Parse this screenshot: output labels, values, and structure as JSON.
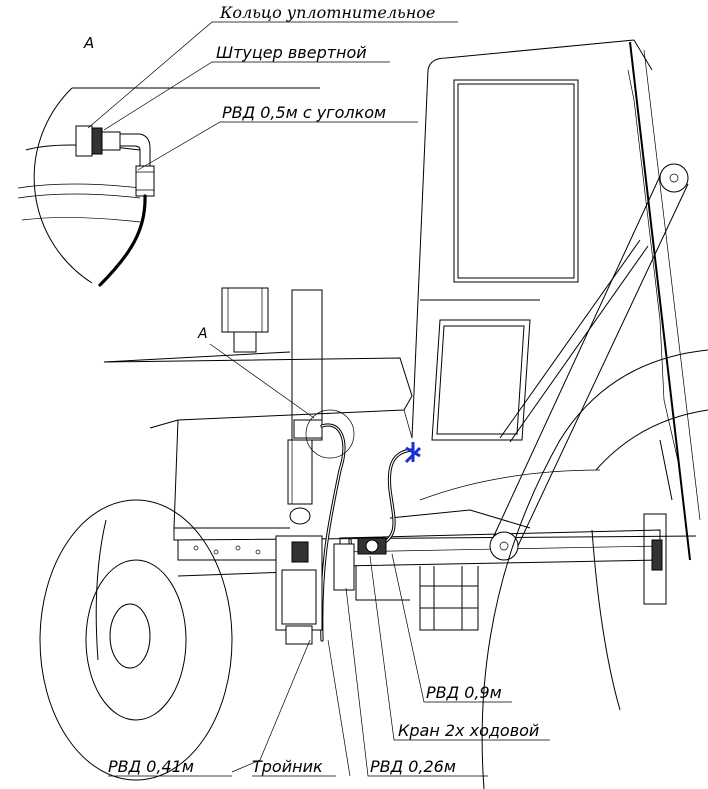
{
  "labels": {
    "seal_ring": "Кольцо уплотнительное",
    "fitting": "Штуцер ввертной",
    "hose_elbow": "РВД 0,5м с уголком",
    "view_a_detail": "А",
    "view_a_main": "А",
    "hose_09": "РВД 0,9м",
    "valve": "Кран 2х ходовой",
    "hose_041": "РВД 0,41м",
    "tee": "Тройник",
    "hose_026": "РВД 0,26м"
  },
  "colors": {
    "line": "#000000",
    "marker": "#1a2fd6",
    "background": "#ffffff"
  }
}
